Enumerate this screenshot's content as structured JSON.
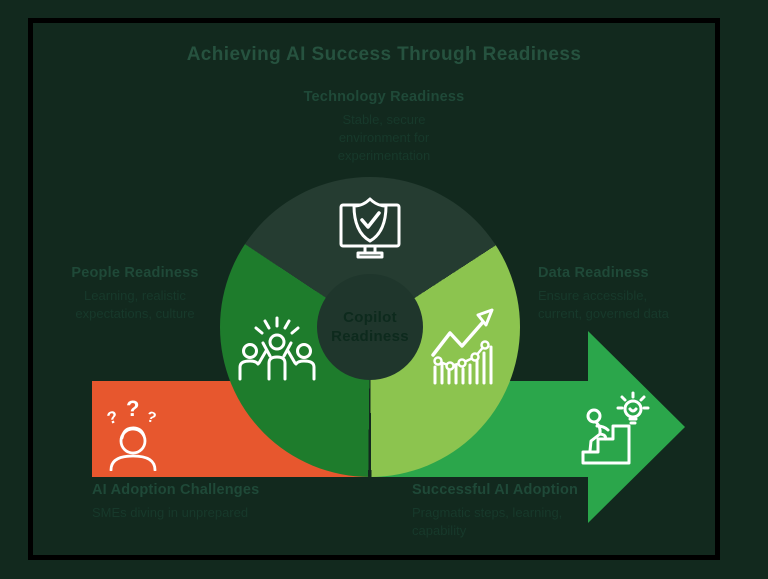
{
  "title": "Achieving AI Success Through Readiness",
  "colors": {
    "background": "#12291e",
    "panel_border": "#000000",
    "segment_technology": "#253c31",
    "segment_people": "#1e7c2c",
    "segment_data": "#8cc44f",
    "center_circle": "#1f362c",
    "challenge_orange": "#e7572e",
    "adoption_green": "#2ba64b",
    "icon_stroke": "#ffffff"
  },
  "donut": {
    "center_label": "Copilot\nReadiness",
    "segments": [
      {
        "heading": "Technology Readiness",
        "body": "Stable, secure\nenvironment for\nexperimentation",
        "icon": "monitor-shield-check-icon",
        "color": "#253c31"
      },
      {
        "heading": "People Readiness",
        "body": "Learning, realistic\nexpectations, culture",
        "icon": "people-celebrating-icon",
        "color": "#1e7c2c"
      },
      {
        "heading": "Data Readiness",
        "body": "Ensure accessible,\ncurrent, governed data",
        "icon": "growth-chart-icon",
        "color": "#8cc44f"
      }
    ]
  },
  "arrow": {
    "start": {
      "heading": "AI Adoption Challenges",
      "body": "SMEs diving in unprepared",
      "icon": "confused-person-icon",
      "color": "#e7572e"
    },
    "end": {
      "heading": "Successful AI Adoption",
      "body": "Pragmatic steps, learning,\ncapability",
      "icon": "person-climbing-stairs-icon",
      "color": "#2ba64b"
    }
  }
}
